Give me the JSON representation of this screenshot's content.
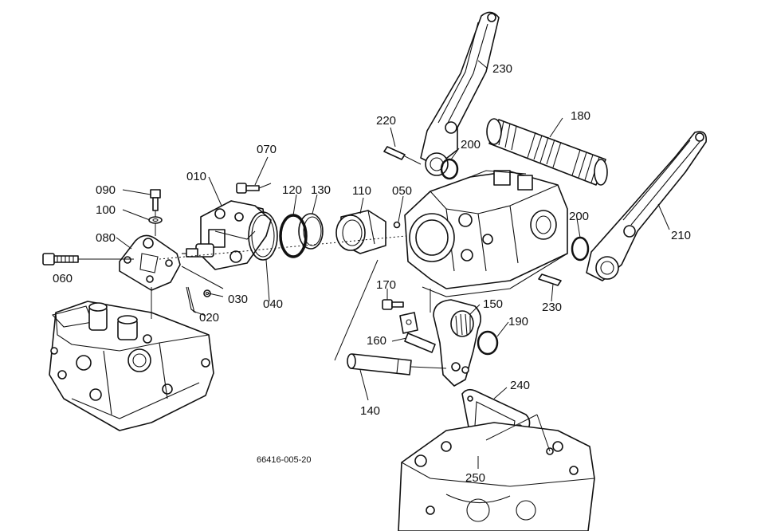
{
  "diagram": {
    "drawing_code": "66416-005-20",
    "callouts": [
      {
        "id": "010",
        "label": "010"
      },
      {
        "id": "020",
        "label": "020"
      },
      {
        "id": "030",
        "label": "030"
      },
      {
        "id": "040",
        "label": "040"
      },
      {
        "id": "050",
        "label": "050"
      },
      {
        "id": "060",
        "label": "060"
      },
      {
        "id": "070",
        "label": "070"
      },
      {
        "id": "080",
        "label": "080"
      },
      {
        "id": "090",
        "label": "090"
      },
      {
        "id": "100",
        "label": "100"
      },
      {
        "id": "110",
        "label": "110"
      },
      {
        "id": "120",
        "label": "120"
      },
      {
        "id": "130",
        "label": "130"
      },
      {
        "id": "140",
        "label": "140"
      },
      {
        "id": "150",
        "label": "150"
      },
      {
        "id": "160",
        "label": "160"
      },
      {
        "id": "170",
        "label": "170"
      },
      {
        "id": "180",
        "label": "180"
      },
      {
        "id": "190",
        "label": "190"
      },
      {
        "id": "200a",
        "label": "200"
      },
      {
        "id": "200b",
        "label": "200"
      },
      {
        "id": "210",
        "label": "210"
      },
      {
        "id": "220",
        "label": "220"
      },
      {
        "id": "230a",
        "label": "230"
      },
      {
        "id": "230b",
        "label": "230"
      },
      {
        "id": "240",
        "label": "240"
      },
      {
        "id": "250",
        "label": "250"
      }
    ]
  }
}
